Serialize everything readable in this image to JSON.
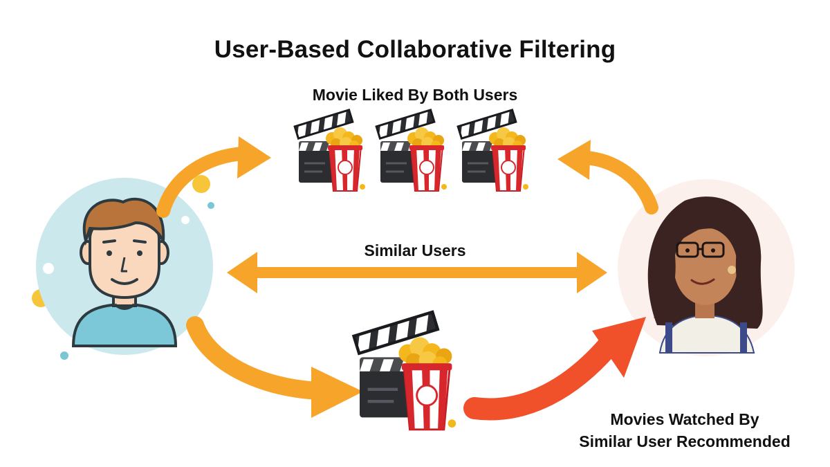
{
  "title": "User-Based Collaborative Filtering",
  "labels": {
    "shared_movies": "Movie Liked By Both Users",
    "similarity": "Similar Users",
    "recommendation_line1": "Movies Watched By",
    "recommendation_line2": "Similar User Recommended"
  },
  "icons": {
    "user_a": "male-user-avatar-icon",
    "user_b": "female-user-avatar-icon",
    "movie": "clapperboard-popcorn-icon",
    "popcorn_text": "pop corn"
  },
  "colors": {
    "arrow_orange": "#F7A52A",
    "arrow_red": "#F0502A",
    "user_a_circle": "#CBE9EC",
    "user_b_circle": "#FCF0EC",
    "clapper": "#2B2D31",
    "popcorn_red": "#D8262D",
    "popcorn_kernel": "#F4B81D",
    "dot_yellow": "#F6C53A",
    "dot_blue": "#7AC6D5"
  }
}
